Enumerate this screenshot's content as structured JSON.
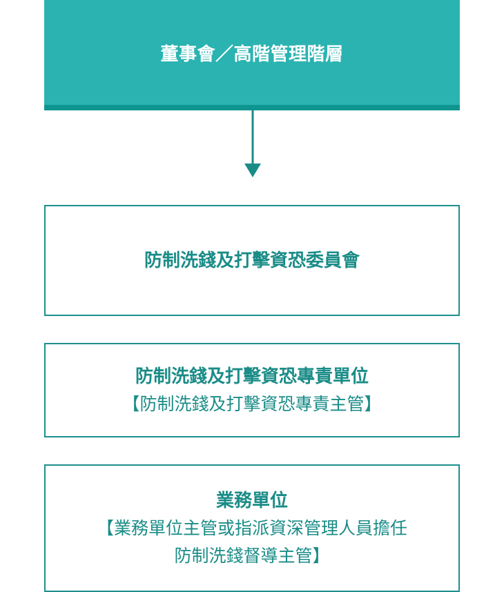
{
  "colors": {
    "header_bg": "#2bb3b1",
    "header_border": "#0f958f",
    "accent_text": "#1a8c87",
    "box_border": "#1d8f8b",
    "arrow": "#1a8c87"
  },
  "header": {
    "title": "董事會／高階管理階層"
  },
  "committee": {
    "title": "防制洗錢及打擊資恐委員會"
  },
  "aml_unit": {
    "title": "防制洗錢及打擊資恐專責單位",
    "subtitle": "【防制洗錢及打擊資恐專責主管】"
  },
  "business_unit": {
    "title": "業務單位",
    "subtitle_line1": "【業務單位主管或指派資深管理人員擔任",
    "subtitle_line2": "防制洗錢督導主管】"
  }
}
